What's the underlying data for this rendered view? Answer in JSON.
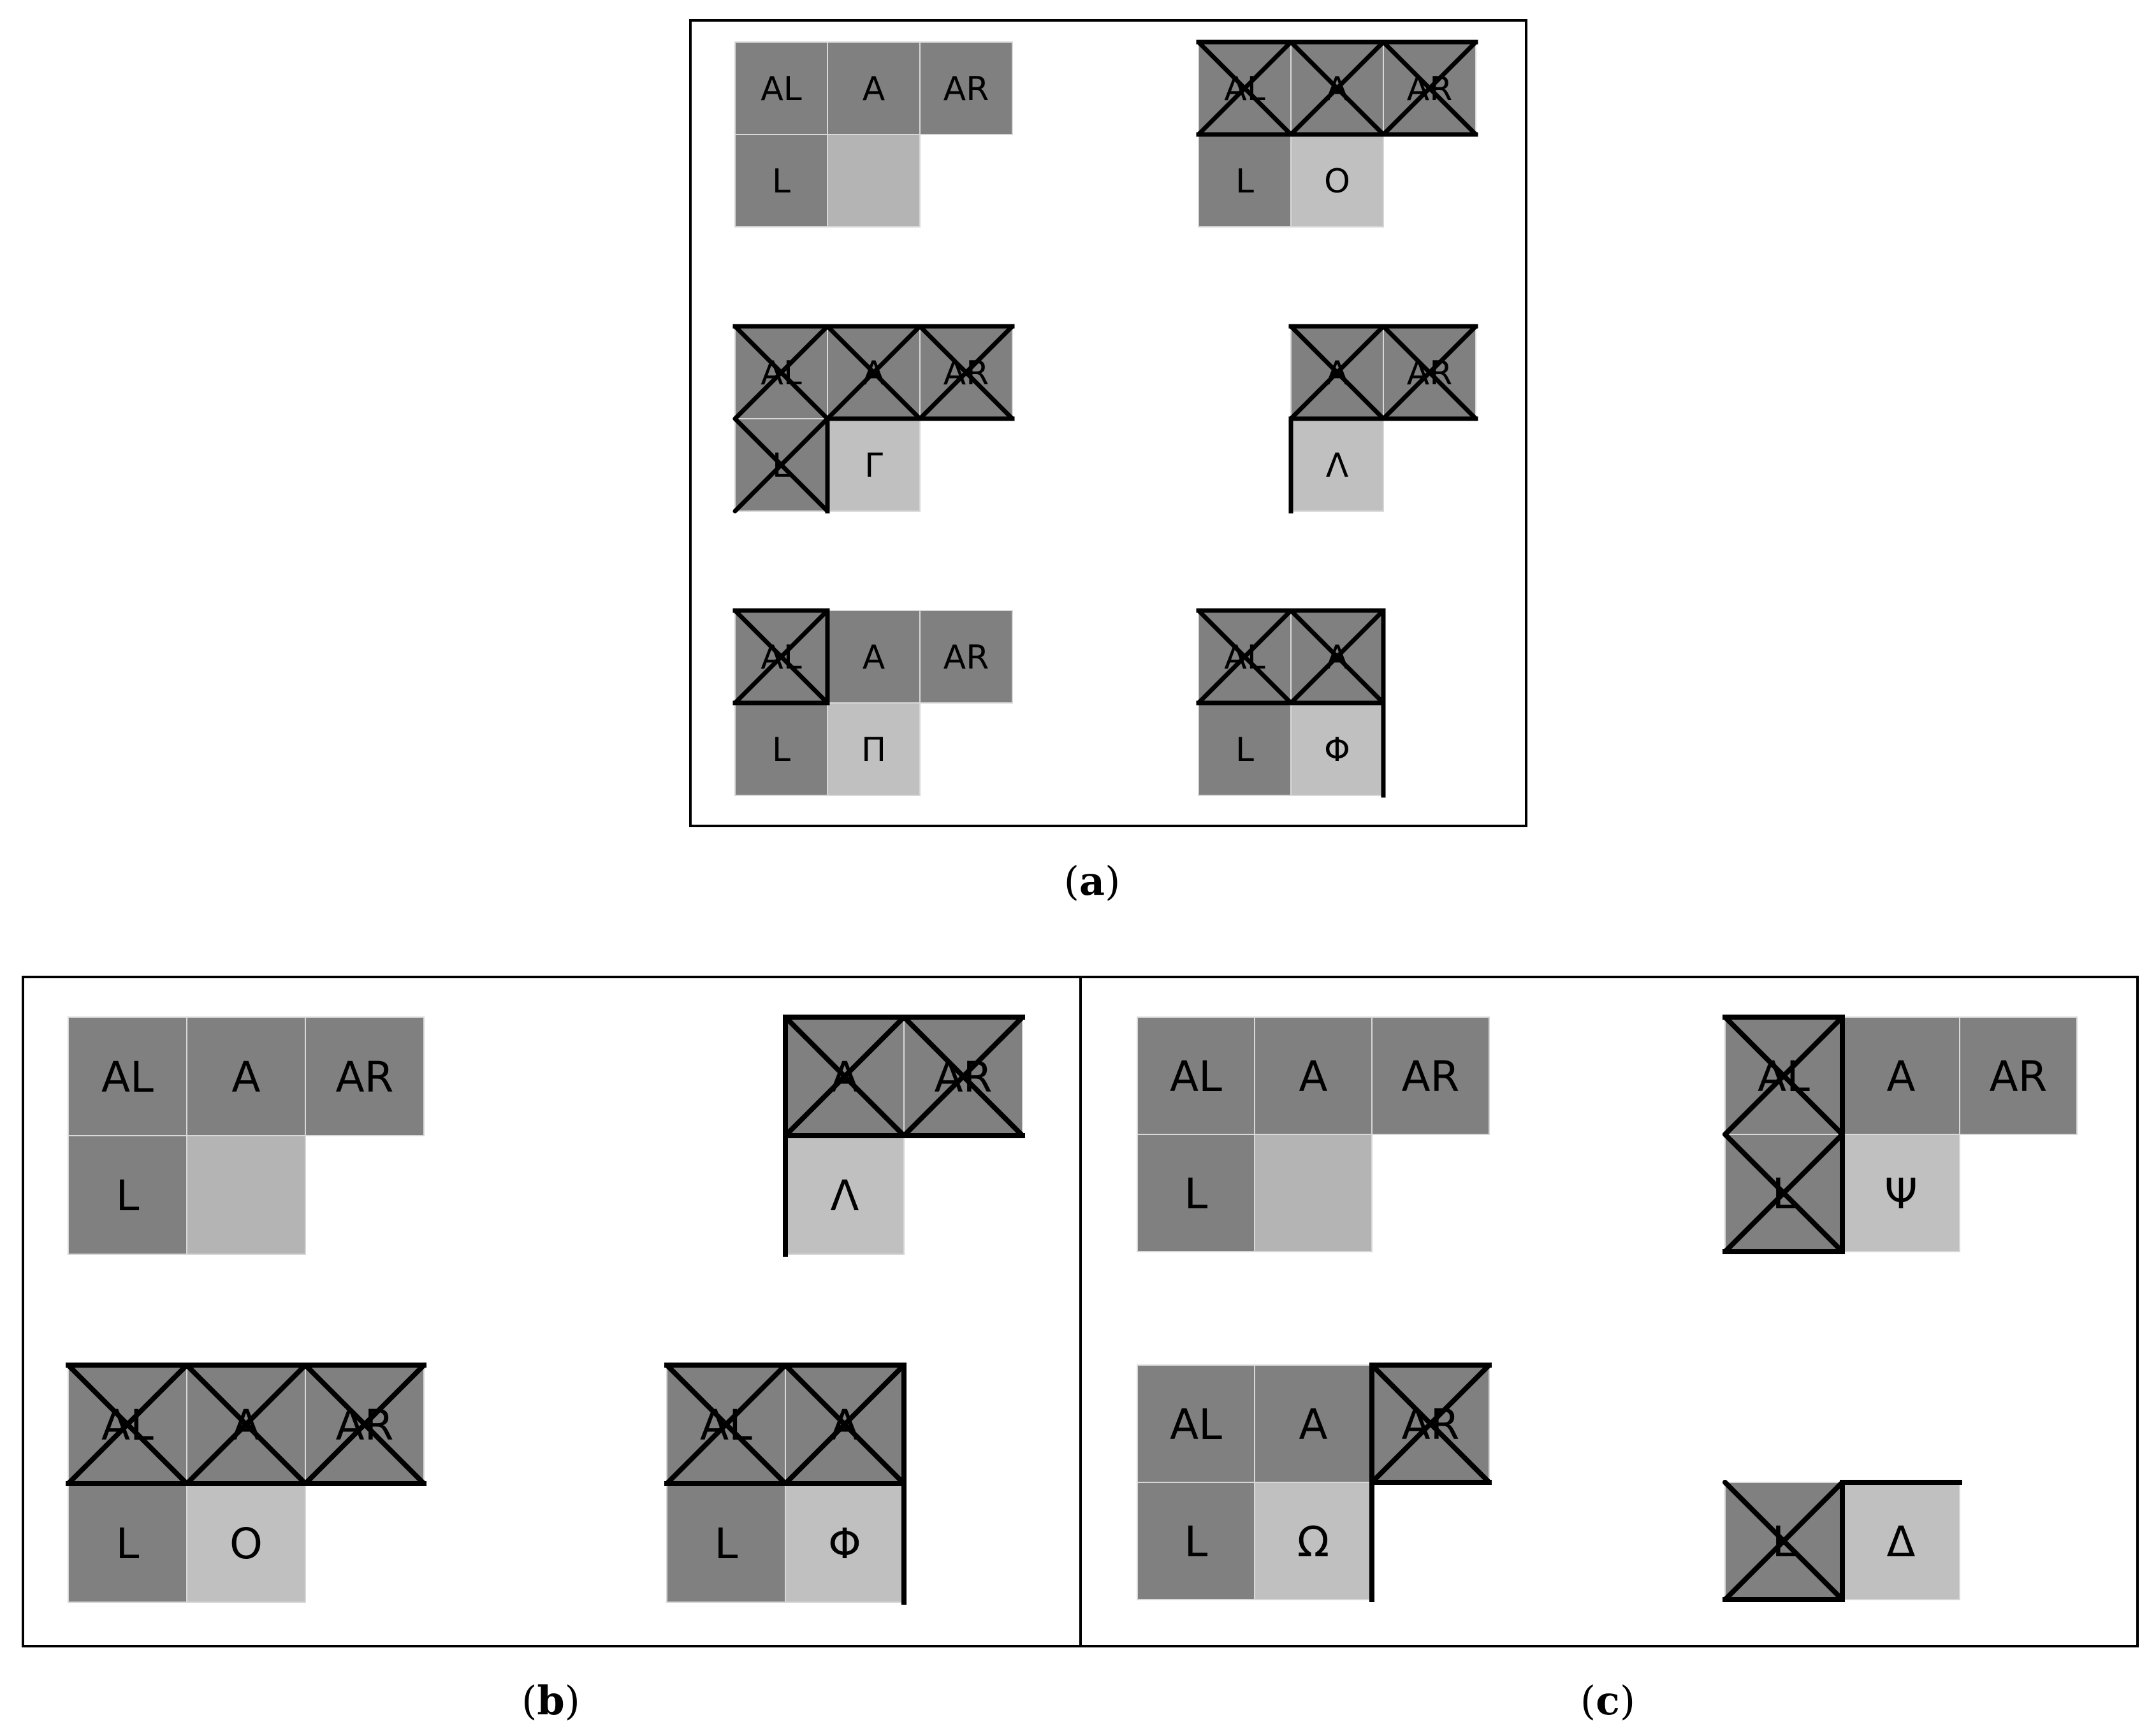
{
  "colors": {
    "background": "#ffffff",
    "dark_cell": "#808080",
    "light_cell": "#c0c0c0",
    "empty_cell": "#b4b4b4",
    "cell_divider": "#d8d8d8",
    "line": "#000000"
  },
  "panels": [
    {
      "id": "a",
      "caption": {
        "open": "(",
        "letter": "a",
        "close": ")"
      },
      "configurations": [
        {
          "cells": [
            {
              "text": "AL",
              "shade": "dark"
            },
            {
              "text": "A",
              "shade": "dark"
            },
            {
              "text": "AR",
              "shade": "dark"
            },
            {
              "text": "L",
              "shade": "dark"
            },
            {
              "text": "",
              "shade": "empty"
            }
          ]
        },
        {
          "cells": [
            {
              "text": "AL",
              "shade": "dark"
            },
            {
              "text": "A",
              "shade": "dark"
            },
            {
              "text": "AR",
              "shade": "dark"
            },
            {
              "text": "L",
              "shade": "dark"
            },
            {
              "text": "O",
              "shade": "light"
            }
          ]
        },
        {
          "cells": [
            {
              "text": "AL",
              "shade": "dark"
            },
            {
              "text": "A",
              "shade": "dark"
            },
            {
              "text": "AR",
              "shade": "dark"
            },
            {
              "text": "L",
              "shade": "dark"
            },
            {
              "text": "Γ",
              "shade": "light"
            }
          ]
        },
        {
          "cells": [
            {
              "text": "A",
              "shade": "dark"
            },
            {
              "text": "AR",
              "shade": "dark"
            },
            {
              "text": "Λ",
              "shade": "light"
            }
          ]
        },
        {
          "cells": [
            {
              "text": "AL",
              "shade": "dark"
            },
            {
              "text": "A",
              "shade": "dark"
            },
            {
              "text": "AR",
              "shade": "dark"
            },
            {
              "text": "L",
              "shade": "dark"
            },
            {
              "text": "Π",
              "shade": "light"
            }
          ]
        },
        {
          "cells": [
            {
              "text": "AL",
              "shade": "dark"
            },
            {
              "text": "A",
              "shade": "dark"
            },
            {
              "text": "L",
              "shade": "dark"
            },
            {
              "text": "Φ",
              "shade": "light"
            }
          ]
        }
      ]
    },
    {
      "id": "b",
      "caption": {
        "open": "(",
        "letter": "b",
        "close": ")"
      },
      "configurations": [
        {
          "cells": [
            {
              "text": "AL",
              "shade": "dark"
            },
            {
              "text": "A",
              "shade": "dark"
            },
            {
              "text": "AR",
              "shade": "dark"
            },
            {
              "text": "L",
              "shade": "dark"
            },
            {
              "text": "",
              "shade": "empty"
            }
          ]
        },
        {
          "cells": [
            {
              "text": "A",
              "shade": "dark"
            },
            {
              "text": "AR",
              "shade": "dark"
            },
            {
              "text": "Λ",
              "shade": "light"
            }
          ]
        },
        {
          "cells": [
            {
              "text": "AL",
              "shade": "dark"
            },
            {
              "text": "A",
              "shade": "dark"
            },
            {
              "text": "AR",
              "shade": "dark"
            },
            {
              "text": "L",
              "shade": "dark"
            },
            {
              "text": "O",
              "shade": "light"
            }
          ]
        },
        {
          "cells": [
            {
              "text": "AL",
              "shade": "dark"
            },
            {
              "text": "A",
              "shade": "dark"
            },
            {
              "text": "L",
              "shade": "dark"
            },
            {
              "text": "Φ",
              "shade": "light"
            }
          ]
        }
      ]
    },
    {
      "id": "c",
      "caption": {
        "open": "(",
        "letter": "c",
        "close": ")"
      },
      "configurations": [
        {
          "cells": [
            {
              "text": "AL",
              "shade": "dark"
            },
            {
              "text": "A",
              "shade": "dark"
            },
            {
              "text": "AR",
              "shade": "dark"
            },
            {
              "text": "L",
              "shade": "dark"
            },
            {
              "text": "",
              "shade": "empty"
            }
          ]
        },
        {
          "cells": [
            {
              "text": "AL",
              "shade": "dark"
            },
            {
              "text": "A",
              "shade": "dark"
            },
            {
              "text": "AR",
              "shade": "dark"
            },
            {
              "text": "L",
              "shade": "dark"
            },
            {
              "text": "Ψ",
              "shade": "light"
            }
          ]
        },
        {
          "cells": [
            {
              "text": "AL",
              "shade": "dark"
            },
            {
              "text": "A",
              "shade": "dark"
            },
            {
              "text": "AR",
              "shade": "dark"
            },
            {
              "text": "L",
              "shade": "dark"
            },
            {
              "text": "Ω",
              "shade": "light"
            }
          ]
        },
        {
          "cells": [
            {
              "text": "L",
              "shade": "dark"
            },
            {
              "text": "Δ",
              "shade": "light"
            }
          ]
        }
      ]
    }
  ]
}
